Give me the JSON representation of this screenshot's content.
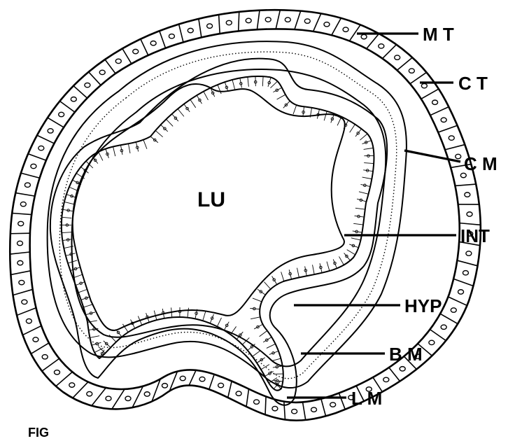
{
  "figure_label": "FIG",
  "lumen_label": "LU",
  "labels": [
    {
      "key": "mt",
      "text": "M T"
    },
    {
      "key": "ct",
      "text": "C T"
    },
    {
      "key": "cm",
      "text": "C M"
    },
    {
      "key": "int",
      "text": "INT"
    },
    {
      "key": "hyp",
      "text": "HYP"
    },
    {
      "key": "bm",
      "text": "B M"
    },
    {
      "key": "lm",
      "text": "L M"
    }
  ]
}
